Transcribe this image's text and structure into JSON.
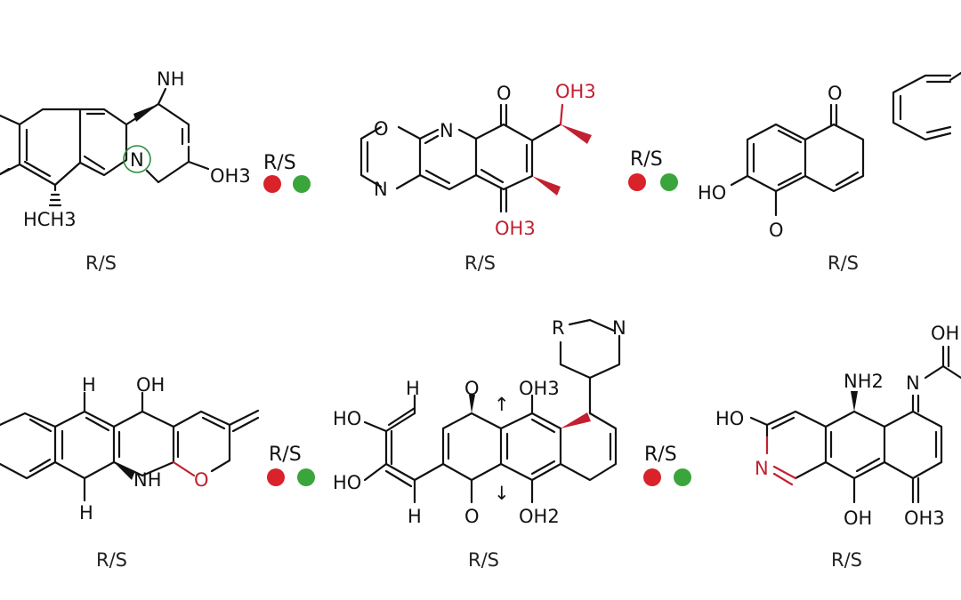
{
  "colors": {
    "bond": "#111111",
    "highlight_red": "#c22030",
    "dot_red": "#d9222a",
    "dot_green": "#3aa53a",
    "circle_green": "#2e8b3e"
  },
  "toggle": {
    "label": "R/S"
  },
  "molecules": [
    {
      "caption": "R/S",
      "labels": {
        "nh": "NH",
        "n": "N",
        "oh3": "OH3",
        "hch3": "HCH3"
      }
    },
    {
      "caption": "R/S",
      "labels": {
        "o_ring": "O",
        "n_ring": "N",
        "n_top": "N",
        "o_top": "O",
        "oh3_top": "OH3",
        "oh3_bottom": "OH3"
      }
    },
    {
      "caption": "R/S",
      "labels": {
        "o_top": "O",
        "ho": "HO",
        "o_bottom": "O"
      }
    },
    {
      "caption": "R/S",
      "labels": {
        "h_top": "H",
        "oh": "OH",
        "nh": "NH",
        "o": "O",
        "h_bottom": "H"
      }
    },
    {
      "caption": "R/S",
      "labels": {
        "r": "R",
        "n": "N",
        "h": "H",
        "o_top": "O",
        "oh3": "OH3",
        "ho_top": "HO",
        "ho_bottom": "HO",
        "h_bottom": "H",
        "o_bottom": "O",
        "oh2": "OH2",
        "arrow_up": "↑",
        "arrow_down": "↓"
      }
    },
    {
      "caption": "R/S",
      "labels": {
        "nh2": "NH2",
        "n_imine": "N",
        "oh_top": "OH",
        "ho": "HO",
        "n_ring": "N",
        "oh": "OH",
        "oh3": "OH3"
      }
    }
  ]
}
